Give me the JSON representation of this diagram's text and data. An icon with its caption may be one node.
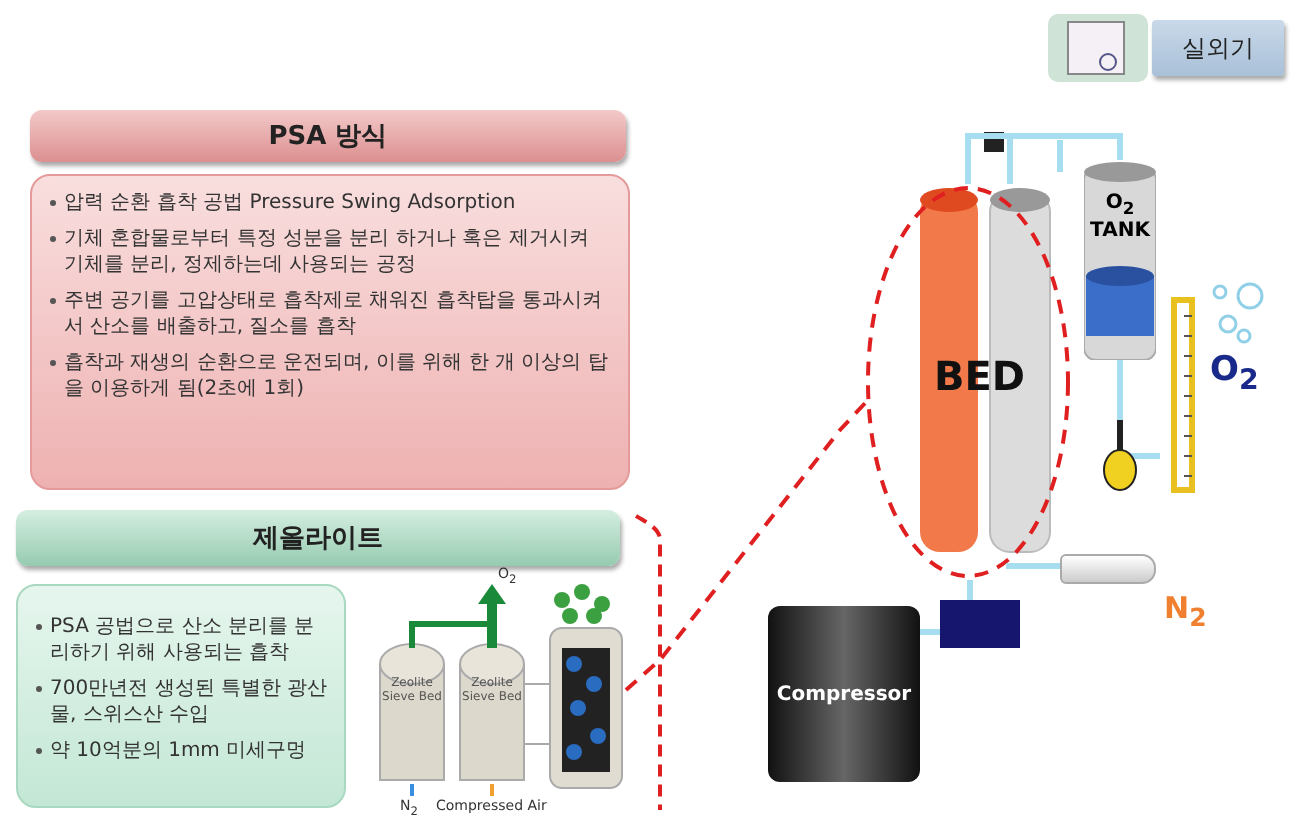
{
  "diagram": {
    "nodes": [
      {
        "text": [
          "PSA 방식"
        ]
      },
      {
        "text": [
          "압력 순환 흡착 공법 Pressure Swing Adsorption",
          "기체 혼합물로부터 특정 성분을 분리 하거나 혹은 제거시켜 기체를 분리, 정제하는데 사용되는 공정",
          "주변 공기를 고압상태로 흡착제로 채워진 흡착탑을 통과시켜서 산소를 배출하고, 질소를 흡착",
          "흡착과 재생의 순환으로 운전되며, 이를 위해 한 개 이상의 탑을 이용하게 됨(2초에 1회)"
        ]
      },
      {
        "text": [
          "제올라이트"
        ]
      },
      {
        "text": [
          "PSA 공법으로 산소 분리를 분리하기 위해 사용되는 흡착",
          "700만년전 생성된 특별한 광산물, 스위스산 수입",
          "약 10억분의 1mm 미세구멍"
        ]
      },
      {
        "text": [],
        "shape": "picture"
      },
      {
        "text": [],
        "shape": "picture"
      },
      {
        "text": [
          "실외기"
        ]
      },
      {
        "text": [
          "BED"
        ]
      },
      {
        "text": [
          "O$_{2}$ TANK"
        ]
      },
      {
        "text": [
          "Compressor"
        ]
      },
      {
        "text": [],
        "shape": "box"
      },
      {
        "text": [],
        "shape": "cylinder",
        "beside": [
          "N$_{2}$"
        ]
      }
    ],
    "edges": [
      {
        "from": 4,
        "to": 7,
        "arrow": "none",
        "style": "dashed",
        "color": "#e02020"
      },
      {
        "from": 9,
        "to": 10,
        "arrow": "none"
      },
      {
        "from": 10,
        "to": 7,
        "arrow": "none"
      },
      {
        "from": 7,
        "to": 11,
        "arrow": "none"
      },
      {
        "from": 7,
        "to": 8,
        "arrow": "none"
      }
    ],
    "labels": [
      "O$_{2}$",
      "Zeolite Sieve Bed",
      "Zeolite Sieve Bed",
      "N$_{2}$",
      "Compressed Air",
      "O$_{2}$"
    ]
  }
}
